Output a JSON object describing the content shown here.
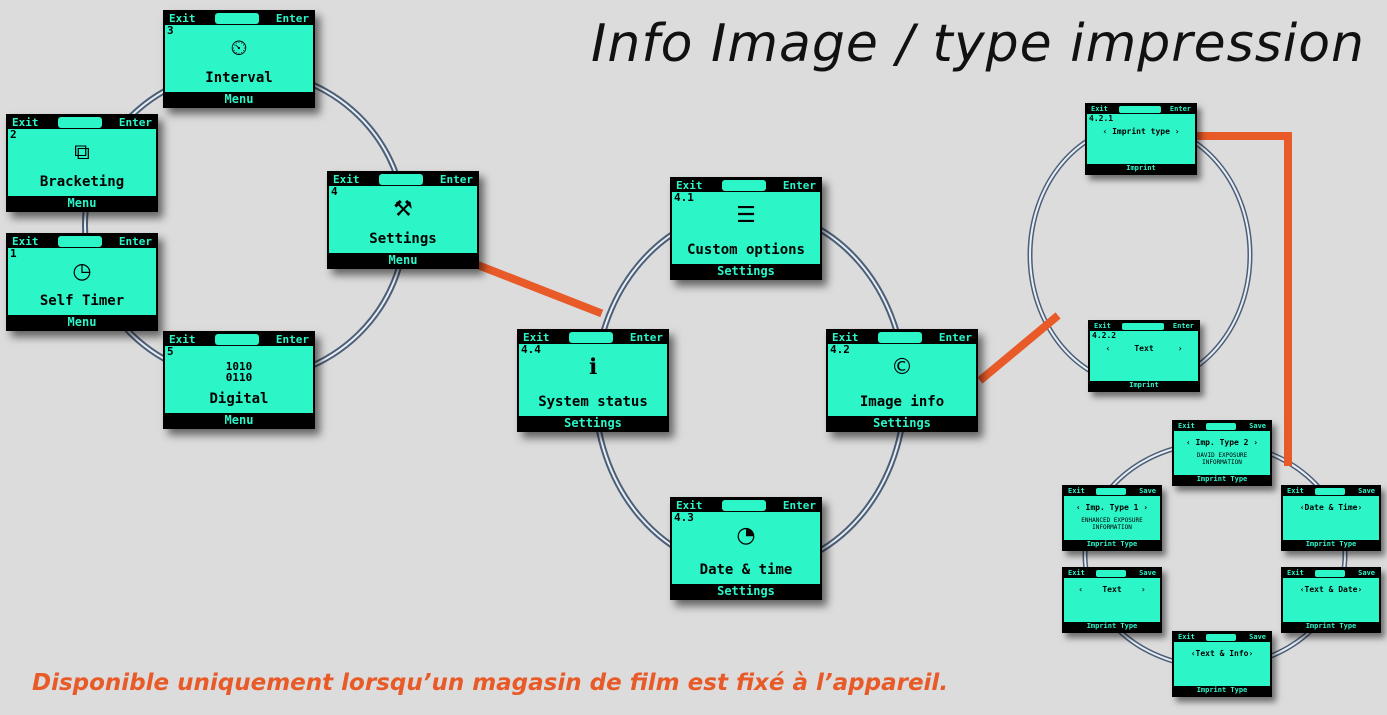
{
  "title": "Info Image / type impression",
  "note": "Disponible uniquement lorsqu’un magasin de film est fixé à l’appareil.",
  "colors": {
    "lcd": "#2cf5c8",
    "connector": "#e85a28",
    "ring": "#5a6a80"
  },
  "screens": {
    "interval": {
      "num": "3",
      "left": "Exit",
      "right": "Enter",
      "icon": "stopwatch-icon",
      "glyph": "⏲",
      "label": "Interval",
      "bottom": "Menu"
    },
    "bracketing": {
      "num": "2",
      "left": "Exit",
      "right": "Enter",
      "icon": "bracketing-icon",
      "glyph": "⧉",
      "label": "Bracketing",
      "bottom": "Menu"
    },
    "selftimer": {
      "num": "1",
      "left": "Exit",
      "right": "Enter",
      "icon": "timer-icon",
      "glyph": "◷",
      "label": "Self Timer",
      "bottom": "Menu"
    },
    "digital": {
      "num": "5",
      "left": "Exit",
      "right": "Enter",
      "icon": "binary-icon",
      "glyph": "1010\n0110",
      "label": "Digital",
      "bottom": "Menu"
    },
    "settings": {
      "num": "4",
      "left": "Exit",
      "right": "Enter",
      "icon": "hammer-icon",
      "glyph": "⚒",
      "label": "Settings",
      "bottom": "Menu"
    },
    "custom": {
      "num": "4.1",
      "left": "Exit",
      "right": "Enter",
      "icon": "sliders-icon",
      "glyph": "☰",
      "label": "Custom options",
      "bottom": "Settings"
    },
    "system": {
      "num": "4.4",
      "left": "Exit",
      "right": "Enter",
      "icon": "info-icon",
      "glyph": "ℹ",
      "label": "System status",
      "bottom": "Settings"
    },
    "imageinfo": {
      "num": "4.2",
      "left": "Exit",
      "right": "Enter",
      "icon": "copyright-icon",
      "glyph": "©",
      "label": "Image info",
      "bottom": "Settings"
    },
    "datetime": {
      "num": "4.3",
      "left": "Exit",
      "right": "Enter",
      "icon": "clock-calendar-icon",
      "glyph": "◔",
      "label": "Date & time",
      "bottom": "Settings"
    }
  },
  "minis": {
    "imprinttype": {
      "num": "4.2.1",
      "left": "Exit",
      "right": "Enter",
      "label": "‹ Imprint type ›",
      "sub": "",
      "bottom": "Imprint"
    },
    "text": {
      "num": "4.2.2",
      "left": "Exit",
      "right": "Enter",
      "label": "‹     Text     ›",
      "sub": "",
      "bottom": "Imprint"
    },
    "imptype2": {
      "num": "",
      "left": "Exit",
      "right": "Save",
      "label": "‹ Imp. Type 2 ›",
      "sub": "DAVID EXPOSURE INFORMATION",
      "bottom": "Imprint Type"
    },
    "imptype1": {
      "num": "",
      "left": "Exit",
      "right": "Save",
      "label": "‹ Imp. Type 1 ›",
      "sub": "ENHANCED EXPOSURE INFORMATION",
      "bottom": "Imprint Type"
    },
    "datetime2": {
      "num": "",
      "left": "Exit",
      "right": "Save",
      "label": "‹Date & Time›",
      "sub": "",
      "bottom": "Imprint Type"
    },
    "text2": {
      "num": "",
      "left": "Exit",
      "right": "Save",
      "label": "‹    Text    ›",
      "sub": "",
      "bottom": "Imprint Type"
    },
    "textdate": {
      "num": "",
      "left": "Exit",
      "right": "Save",
      "label": "‹Text & Date›",
      "sub": "",
      "bottom": "Imprint Type"
    },
    "textinfo": {
      "num": "",
      "left": "Exit",
      "right": "Save",
      "label": "‹Text & Info›",
      "sub": "",
      "bottom": "Imprint Type"
    }
  }
}
